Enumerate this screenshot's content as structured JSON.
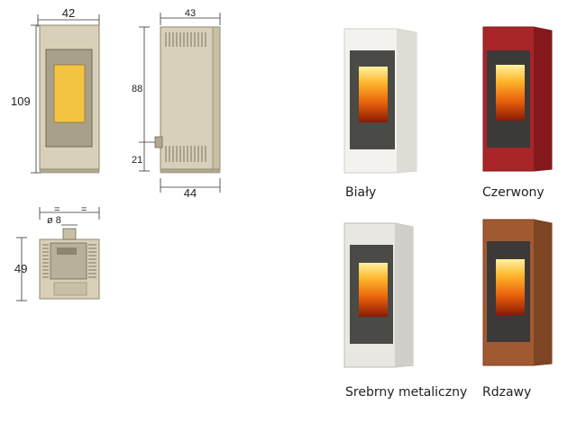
{
  "front_view": {
    "width_label": "42",
    "height_label": "109"
  },
  "side_view": {
    "top_label": "43",
    "height_label": "88",
    "lower_label": "21",
    "bottom_label": "44"
  },
  "top_view": {
    "depth_label": "49",
    "pipe_label": "ø 8"
  },
  "variants": [
    {
      "name": "Biały",
      "body": "#f3f2ee",
      "edge": "#cfcfcb"
    },
    {
      "name": "Czerwony",
      "body": "#a8252a",
      "edge": "#7e1a1e"
    },
    {
      "name": "Srebrny metaliczny",
      "body": "#e8e7e2",
      "edge": "#bdbcb6"
    },
    {
      "name": "Rdzawy",
      "body": "#a05a32",
      "edge": "#74401f"
    }
  ],
  "colors": {
    "beige": "#d8d0b8",
    "beige_dark": "#8c8670",
    "glass": "#f4c341"
  }
}
